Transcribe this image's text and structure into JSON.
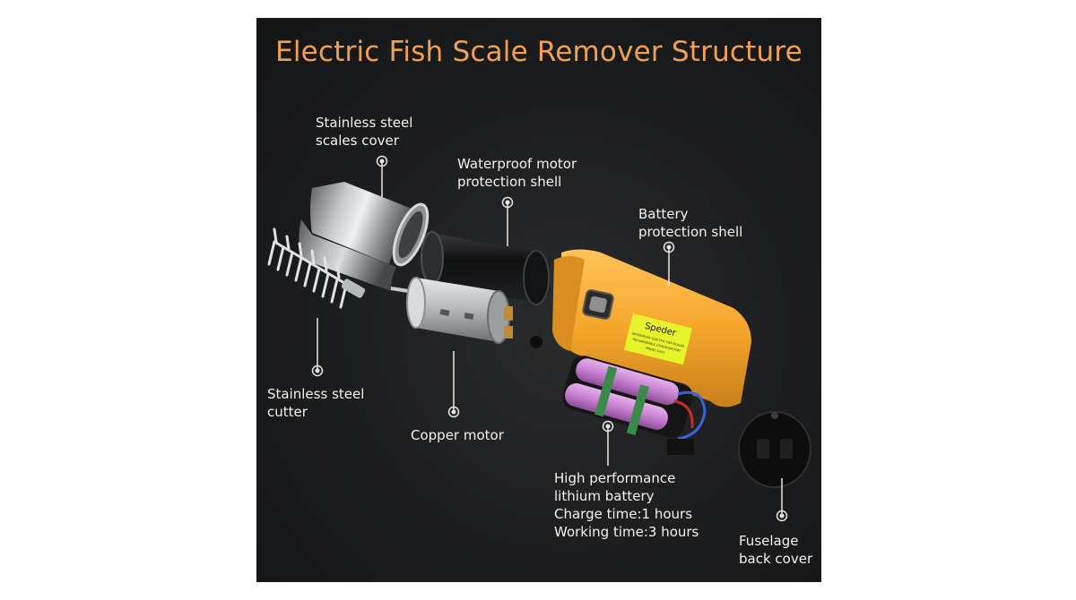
{
  "title": "Electric Fish Scale Remover Structure",
  "callouts": {
    "scales_cover": [
      "Stainless steel",
      "scales cover"
    ],
    "motor_shell": [
      "Waterproof motor",
      "protection shell"
    ],
    "battery_shell": [
      "Battery",
      "protection shell"
    ],
    "cutter": [
      "Stainless steel",
      "cutter"
    ],
    "copper_motor": [
      "Copper motor"
    ],
    "lithium_battery": [
      "High performance",
      "lithium battery",
      "Charge time:1 hours",
      "Working time:3 hours"
    ],
    "back_cover": [
      "Fuselage",
      "back cover"
    ]
  },
  "product_label": {
    "brand": "Speder",
    "fine_print": [
      "WATERPROOF ELECTRIC FISH SCALER",
      "RECHARGEABLE LITHIUM BATTERY",
      "MODEL S-001"
    ]
  },
  "colors": {
    "background": "#1b1c1e",
    "title": "#f0a050",
    "label_text": "#f2f2f2",
    "body_yellow": "#f5a62a",
    "battery_wrap": "#c77fd0",
    "sticker": "#e6f22a"
  }
}
